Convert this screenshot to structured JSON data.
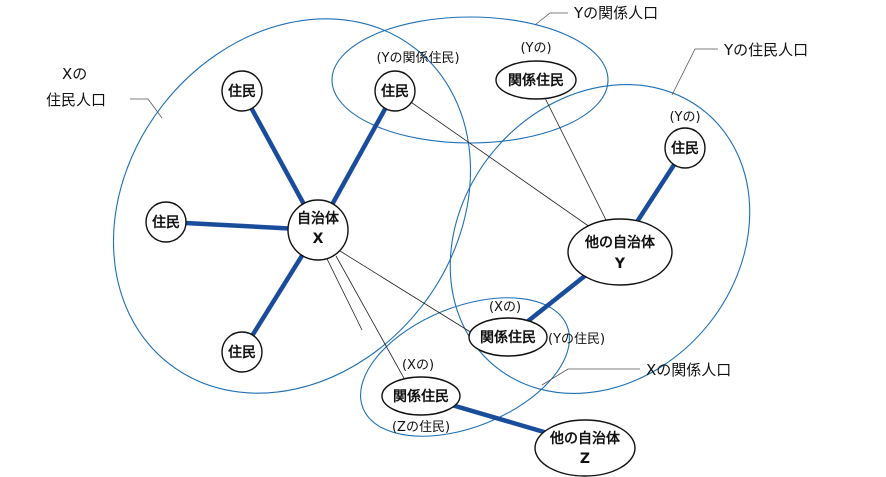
{
  "nodes": {
    "x_resident_top": "住民",
    "x_resident_left": "住民",
    "x_resident_bottom": "住民",
    "y_relational_resident_in_x": "住民",
    "y_relational_resident_in_x_note": "(Yの関係住民)",
    "municipality_x_line1": "自治体",
    "municipality_x_line2": "X",
    "y_relational_resident": "関係住民",
    "y_relational_resident_note": "(Yの)",
    "municipality_y_line1": "他の自治体",
    "municipality_y_line2": "Y",
    "y_resident": "住民",
    "y_resident_note": "(Yの)",
    "x_relational_resident_in_y": "関係住民",
    "x_relational_resident_in_y_note_top": "(Xの)",
    "x_relational_resident_in_y_note_right": "(Yの住民)",
    "x_relational_resident_in_z": "関係住民",
    "x_relational_resident_in_z_note_top": "(Xの)",
    "x_relational_resident_in_z_note_bottom": "(Zの住民)",
    "municipality_z_line1": "他の自治体",
    "municipality_z_line2": "Z"
  },
  "callouts": {
    "x_resident_population_line1": "Xの",
    "x_resident_population_line2": "住民人口",
    "y_relational_population": "Yの関係人口",
    "y_resident_population": "Yの住民人口",
    "x_relational_population": "Xの関係人口"
  },
  "colors": {
    "group_outline": "#1f6fb4",
    "strong_link": "#1a4c9c",
    "weak_link": "#222222"
  }
}
